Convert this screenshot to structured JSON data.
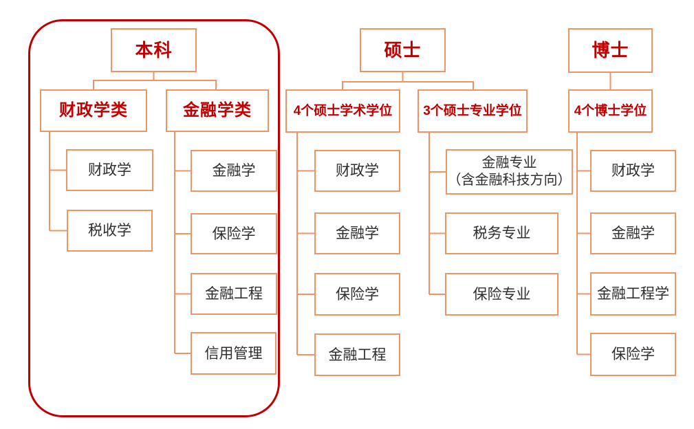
{
  "diagram": {
    "type": "org-tree",
    "colors": {
      "highlight_frame": "#c00000",
      "box_border": "#ed9564",
      "connector": "#ed9564",
      "header_text": "#c00000",
      "leaf_text": "#2e2e2e",
      "background": "#ffffff"
    },
    "columns": {
      "undergraduate": {
        "root": "本科",
        "highlighted": true,
        "groups": {
          "fiscal": {
            "label": "财政学类",
            "children": [
              "财政学",
              "税收学"
            ]
          },
          "finance": {
            "label": "金融学类",
            "children": [
              "金融学",
              "保险学",
              "金融工程",
              "信用管理"
            ]
          }
        }
      },
      "master": {
        "root": "硕士",
        "highlighted": false,
        "groups": {
          "academic": {
            "label": "4个硕士学术学位",
            "children": [
              "财政学",
              "金融学",
              "保险学",
              "金融工程"
            ]
          },
          "professional": {
            "label": "3个硕士专业学位",
            "children": [
              "金融专业\n（含金融科技方向）",
              "税务专业",
              "保险专业"
            ]
          }
        }
      },
      "doctoral": {
        "root": "博士",
        "highlighted": false,
        "groups": {
          "degrees": {
            "label": "4个博士学位",
            "children": [
              "财政学",
              "金融学",
              "金融工程学",
              "保险学"
            ]
          }
        }
      }
    }
  }
}
